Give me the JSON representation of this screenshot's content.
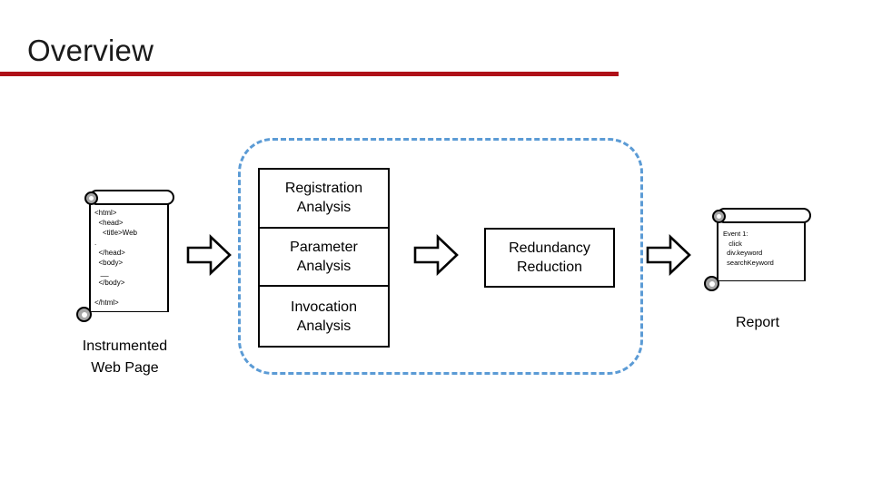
{
  "slide": {
    "title": "Overview",
    "accent_color": "#AF1018",
    "group_border_color": "#5B9BD5",
    "background": "#ffffff"
  },
  "input_document": {
    "icon": "scroll-document-icon",
    "caption_line1": "Instrumented",
    "caption_line2": "Web Page",
    "code_lines": [
      "<html>",
      "  <head>",
      "    <title>Web",
      ".",
      "  </head>",
      "  <body>",
      "   __",
      "  </body>",
      "",
      "</html>"
    ],
    "code_text": "<html>\n  <head>\n    <title>Web\n.\n  </head>\n  <body>\n   __\n  </body>\n\n</html>"
  },
  "analysis_group": {
    "stages": [
      {
        "line1": "Registration",
        "line2": "Analysis"
      },
      {
        "line1": "Parameter",
        "line2": "Analysis"
      },
      {
        "line1": "Invocation",
        "line2": "Analysis"
      }
    ],
    "redundancy": {
      "line1": "Redundancy",
      "line2": "Reduction"
    }
  },
  "arrows": [
    {
      "name": "arrow-page-to-analysis"
    },
    {
      "name": "arrow-analysis-to-redundancy"
    },
    {
      "name": "arrow-redundancy-to-report"
    }
  ],
  "output_document": {
    "icon": "scroll-document-icon",
    "caption": "Report",
    "code_lines": [
      "Event 1:",
      "   click",
      "  div.keyword",
      "  searchKeyword"
    ],
    "code_text": "Event 1:\n   click\n  div.keyword\n  searchKeyword"
  }
}
